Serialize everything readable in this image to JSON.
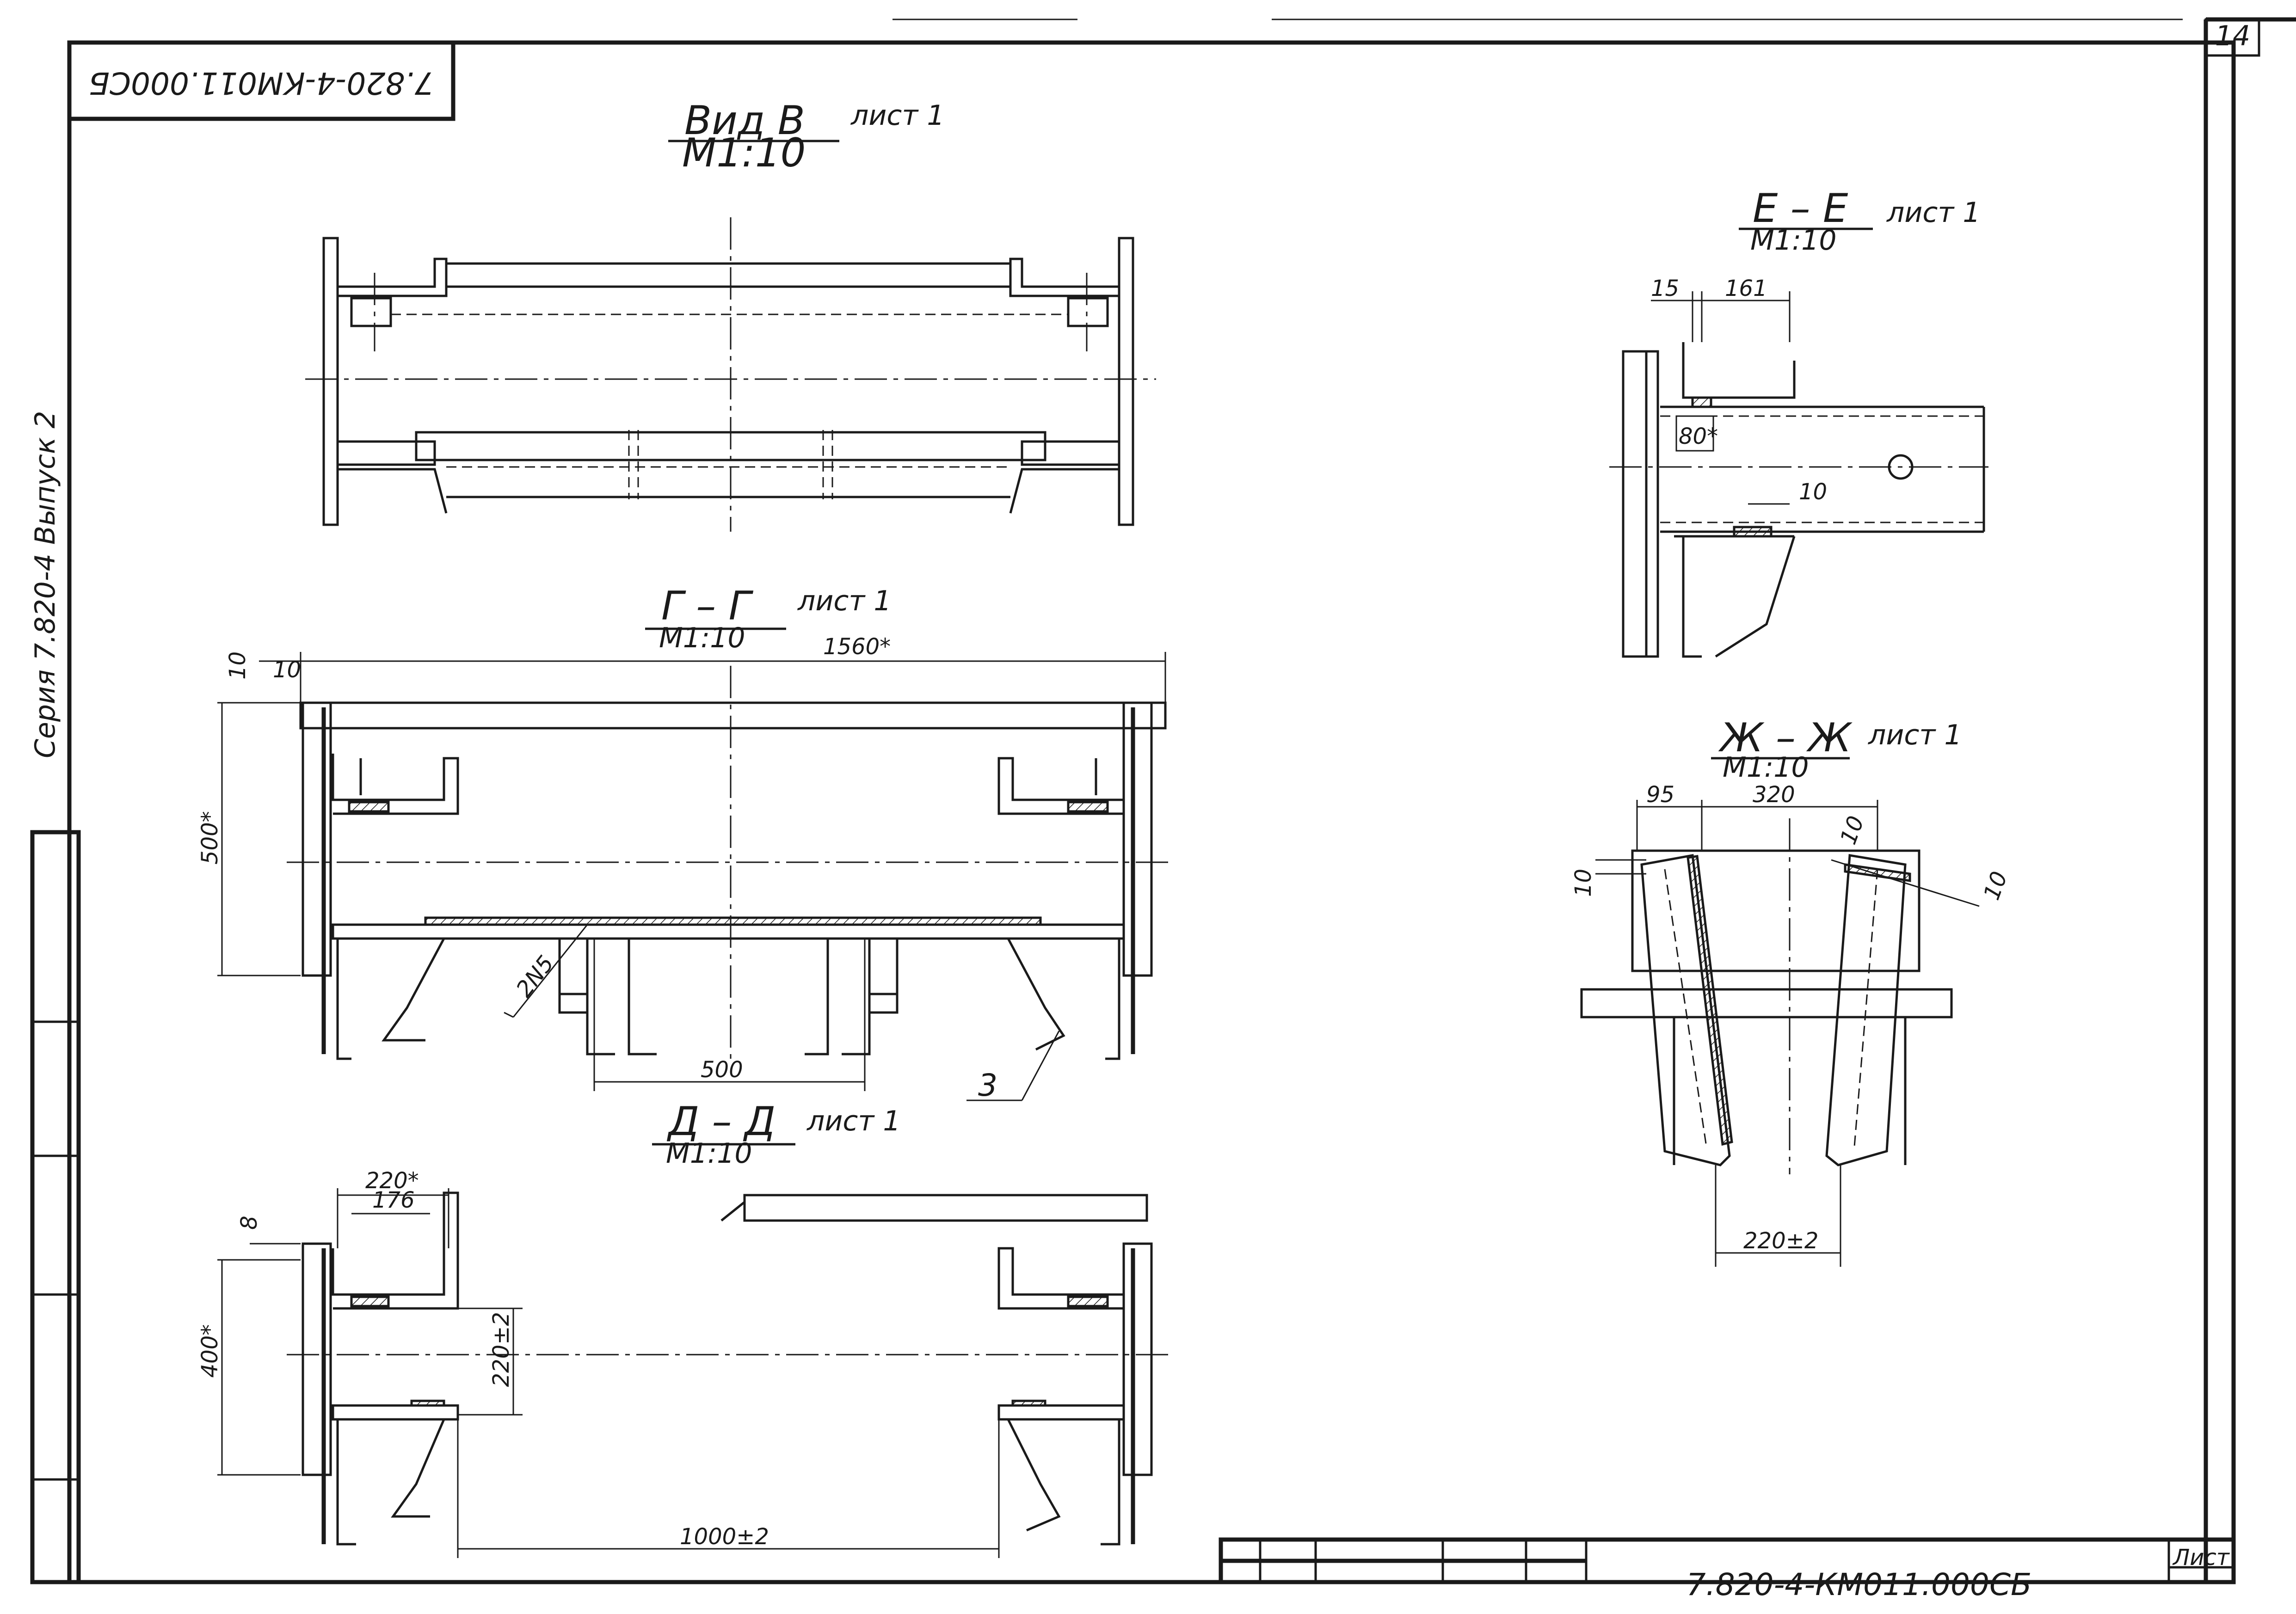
{
  "stamp": {
    "series": "7.820-4-КМ011.000СБ",
    "sheet_number": "14",
    "bottom_code": "7.820-4-КМ011.000СБ",
    "sheet_label": "Лист"
  },
  "views": {
    "vid_v": {
      "title": "Вид В",
      "sheet": "лист 1",
      "scale": "М1:10"
    },
    "g_g": {
      "title": "Г – Г",
      "sheet": "лист 1",
      "scale": "М1:10"
    },
    "d_d": {
      "title": "Д – Д",
      "sheet": "лист 1",
      "scale": "М1:10"
    },
    "e_e": {
      "title": "Е – Е",
      "sheet": "лист 1",
      "scale": "М1:10"
    },
    "zh_zh": {
      "title": "Ж – Ж",
      "sheet": "лист 1",
      "scale": "М1:10"
    }
  },
  "dimensions": {
    "g_g": {
      "d10a": "10",
      "d10b": "10",
      "d1560": "1560*",
      "d500v": "500*",
      "d500h": "500",
      "weld": "2N5",
      "pos3": "3"
    },
    "d_d": {
      "d220": "220*",
      "d176": "176",
      "d8": "8",
      "d400": "400*",
      "d220v": "220±2",
      "d1000": "1000±2"
    },
    "e_e": {
      "d15": "15",
      "d161": "161",
      "d80": "80*",
      "d10": "10"
    },
    "zh_zh": {
      "d95": "95",
      "d320": "320",
      "d10a": "10",
      "d10b": "10",
      "d10c": "10",
      "d220": "220±2"
    }
  }
}
